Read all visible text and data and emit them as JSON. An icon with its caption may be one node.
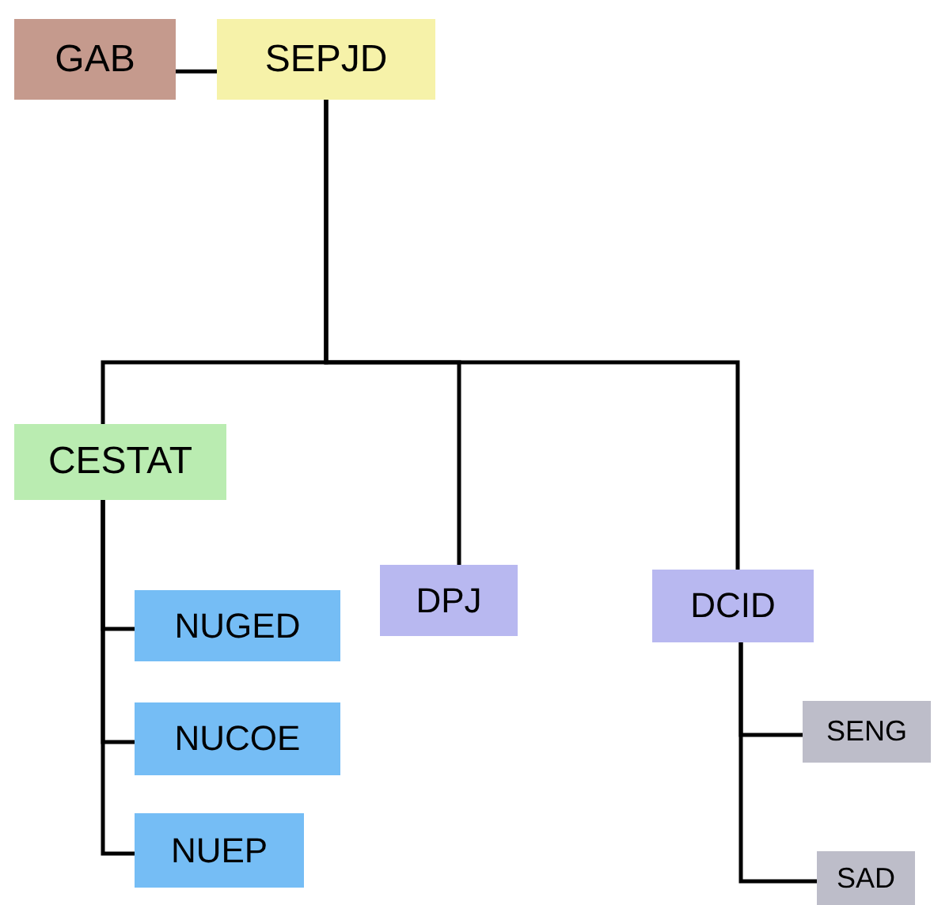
{
  "diagram": {
    "nodes": [
      {
        "text": [
          "GAB"
        ]
      },
      {
        "text": [
          "SEPJD"
        ]
      },
      {
        "text": [
          "CESTAT"
        ]
      },
      {
        "text": [
          "DPJ"
        ]
      },
      {
        "text": [
          "DCID"
        ]
      },
      {
        "text": [
          "NUGED"
        ]
      },
      {
        "text": [
          "NUCOE"
        ]
      },
      {
        "text": [
          "NUEP"
        ]
      },
      {
        "text": [
          "SENG"
        ]
      },
      {
        "text": [
          "SAD"
        ]
      }
    ],
    "edges": [
      {
        "from": 0,
        "to": 1,
        "arrow": "none"
      },
      {
        "from": 1,
        "to": 2,
        "arrow": "none"
      },
      {
        "from": 1,
        "to": 3,
        "arrow": "none"
      },
      {
        "from": 1,
        "to": 4,
        "arrow": "none"
      },
      {
        "from": 2,
        "to": 5,
        "arrow": "none"
      },
      {
        "from": 2,
        "to": 6,
        "arrow": "none"
      },
      {
        "from": 2,
        "to": 7,
        "arrow": "none"
      },
      {
        "from": 4,
        "to": 8,
        "arrow": "none"
      },
      {
        "from": 4,
        "to": 9,
        "arrow": "none"
      }
    ]
  }
}
